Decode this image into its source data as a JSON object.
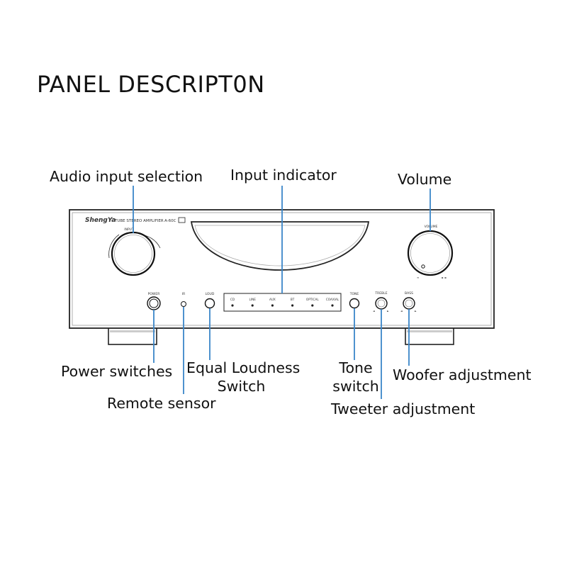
{
  "title": "PANEL DESCRIPT0N",
  "callouts": {
    "audio_input": "Audio input selection",
    "input_indicator": "Input indicator",
    "volume": "Volume",
    "power": "Power switches",
    "remote": "Remote sensor",
    "loudness_line1": "Equal Loudness",
    "loudness_line2": "Switch",
    "tone_line1": "Tone",
    "tone_line2": "switch",
    "tweeter": "Tweeter adjustment",
    "woofer": "Woofer adjustment"
  },
  "panel": {
    "brand": "ShengYa",
    "product": "TUBE STEREO AMPLIFIER",
    "model": "A-60C",
    "input_label": "INPUT",
    "volume_label": "VOLUME",
    "power_label": "POWER",
    "ir_label": "IR",
    "loud_label": "LOUD",
    "tone_label": "TONE",
    "treble_label": "TREBLE",
    "bass_label": "BASS",
    "inputs": [
      "CD",
      "LINE",
      "AUX",
      "BT",
      "OPTICAL",
      "COAXIAL"
    ]
  },
  "colors": {
    "leader": "#3a86c8",
    "outline": "#222222"
  }
}
